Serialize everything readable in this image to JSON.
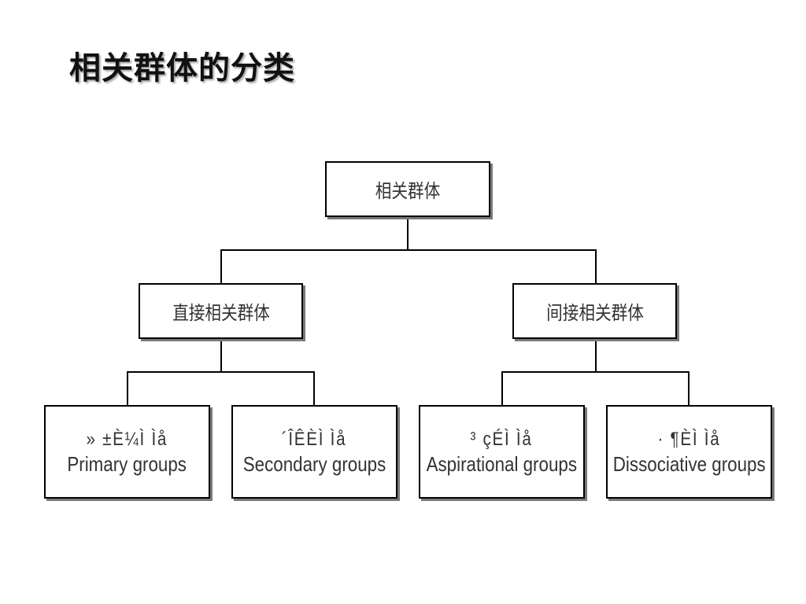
{
  "slide": {
    "title": "相关群体的分类"
  },
  "org_chart": {
    "root": {
      "label": "相关群体"
    },
    "branches": [
      {
        "label": "直接相关群体",
        "children": [
          {
            "garbled": "» ±È¼Ì Ìå",
            "english": "Primary groups"
          },
          {
            "garbled": "´ÎÊÈÌ Ìå",
            "english": "Secondary groups"
          }
        ]
      },
      {
        "label": "间接相关群体",
        "children": [
          {
            "garbled": "³ çÉÌ Ìå",
            "english": "Aspirational groups"
          },
          {
            "garbled": "· ¶ÈÌ Ìå",
            "english": "Dissociative groups"
          }
        ]
      }
    ]
  }
}
